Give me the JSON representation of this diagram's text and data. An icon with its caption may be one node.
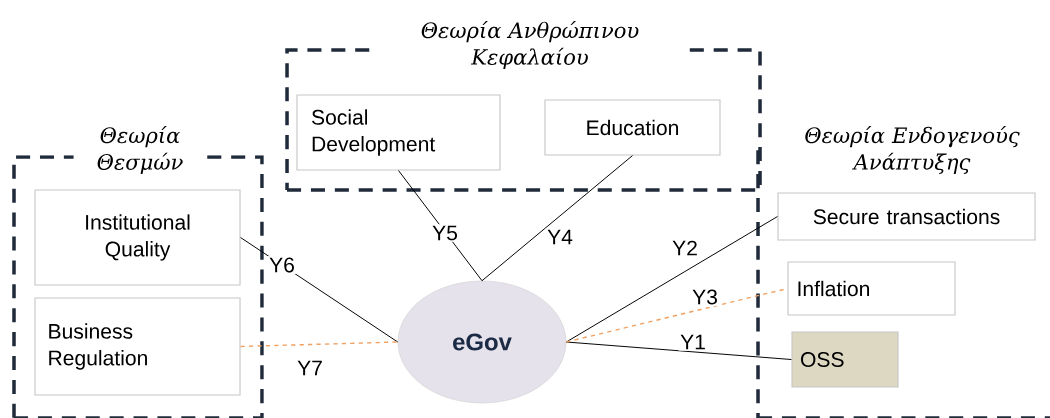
{
  "diagram": {
    "nodes": [
      {
        "text": [
          "Θεωρία Θεσμών"
        ]
      },
      {
        "text": [
          "Institutional Quality"
        ],
        "in": 0
      },
      {
        "text": [
          "Business Regulation"
        ],
        "in": 0
      },
      {
        "text": [
          "Θεωρία Ανθρώπινου Κεφαλαίου"
        ]
      },
      {
        "text": [
          "Social Development"
        ],
        "in": 3
      },
      {
        "text": [
          "Education"
        ],
        "in": 3
      },
      {
        "text": [
          "Θεωρία Ενδογενούς Ανάπτυξης"
        ]
      },
      {
        "text": [
          "Secure transactions"
        ],
        "in": 6
      },
      {
        "text": [
          "Inflation"
        ],
        "in": 6
      },
      {
        "text": [
          "OSS"
        ],
        "in": 6
      },
      {
        "text": [
          "eGov"
        ]
      }
    ],
    "edges": [
      {
        "from": 10,
        "to": 9,
        "arrow": "none",
        "label": "Y1"
      },
      {
        "from": 10,
        "to": 7,
        "arrow": "none",
        "label": "Y2"
      },
      {
        "from": 10,
        "to": 8,
        "arrow": "none",
        "label": "Y3",
        "style": "dashed",
        "color": "#f0a060"
      },
      {
        "from": 10,
        "to": 5,
        "arrow": "none",
        "label": "Y4"
      },
      {
        "from": 10,
        "to": 4,
        "arrow": "none",
        "label": "Y5"
      },
      {
        "from": 1,
        "to": 10,
        "arrow": "none",
        "label": "Y6"
      },
      {
        "from": 2,
        "to": 10,
        "arrow": "none",
        "label": "Y7",
        "style": "dashed",
        "color": "#f0a060"
      }
    ]
  }
}
